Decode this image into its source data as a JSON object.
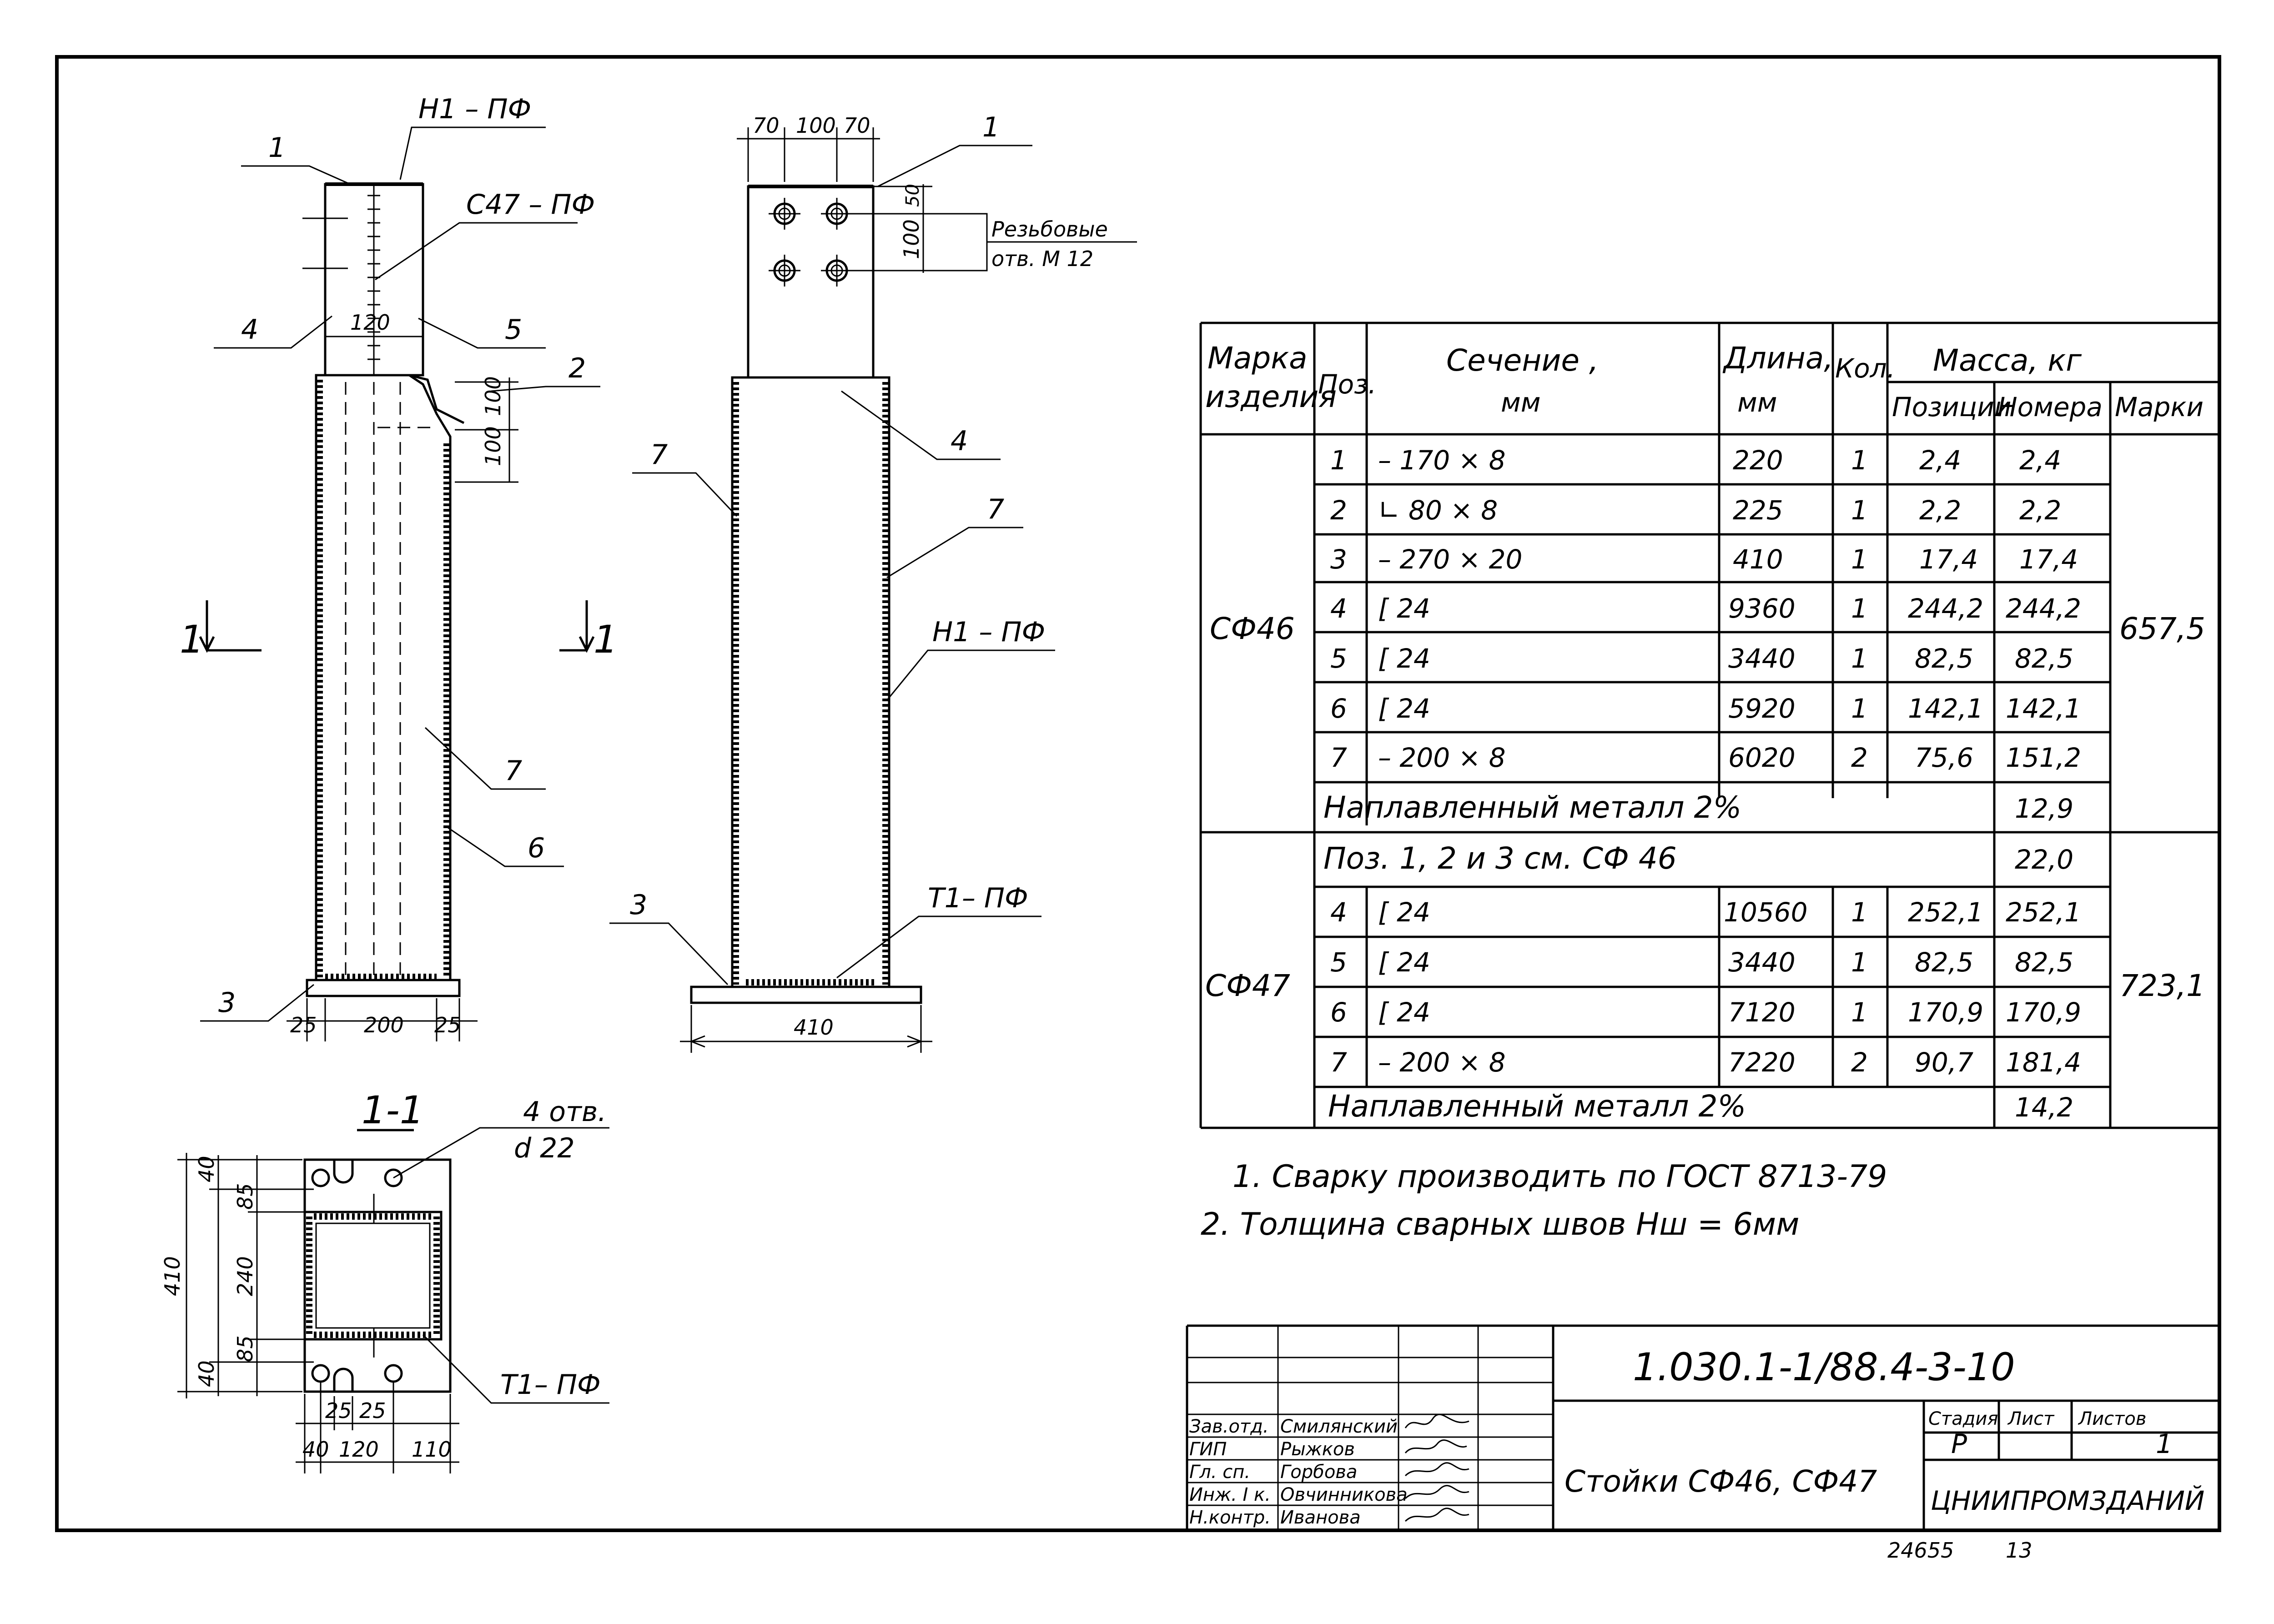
{
  "drawing": {
    "front_view": {
      "callouts": [
        "1",
        "Н1 – ПФ",
        "С47 – ПФ",
        "4",
        "5",
        "2",
        "7",
        "6",
        "3"
      ],
      "section_mark": "1",
      "dims": {
        "w_top": "120",
        "h_100a": "100",
        "h_100b": "100",
        "left": "25",
        "mid": "200",
        "right": "25"
      }
    },
    "side_view": {
      "callouts": [
        "1",
        "4",
        "7",
        "7",
        "Н1 – ПФ",
        "3",
        "Т1– ПФ"
      ],
      "top_dims": [
        "70",
        "100",
        "70"
      ],
      "hole_dims": [
        "50",
        "100"
      ],
      "hole_note_1": "Резьбовые",
      "hole_note_2": "отв. М 12",
      "base_dim": "410"
    },
    "section_view": {
      "title": "1-1",
      "holes_1": "4 отв.",
      "holes_2": "d 22",
      "weld": "Т1– ПФ",
      "dims": {
        "h410": "410",
        "h240": "240",
        "h40a": "40",
        "h40b": "40",
        "h85a": "85",
        "h85b": "85",
        "b25a": "25",
        "b25b": "25",
        "b40": "40",
        "b120": "120",
        "b110": "110"
      }
    }
  },
  "spec_table": {
    "headers": {
      "mark": [
        "Марка",
        "изделия"
      ],
      "pos": "Поз.",
      "section": [
        "Сечение ,",
        "мм"
      ],
      "length": [
        "Длина,",
        "мм"
      ],
      "qty": "Кол.",
      "mass": "Масса, кг",
      "mass_cols": [
        "Позиции",
        "Номера",
        "Марки"
      ]
    },
    "groups": [
      {
        "mark": "СФ46",
        "total": "657,5",
        "rows": [
          {
            "pos": "1",
            "section": "– 170 × 8",
            "length": "220",
            "qty": "1",
            "m_pos": "2,4",
            "m_num": "2,4"
          },
          {
            "pos": "2",
            "section": "∟ 80 × 8",
            "length": "225",
            "qty": "1",
            "m_pos": "2,2",
            "m_num": "2,2"
          },
          {
            "pos": "3",
            "section": "– 270 × 20",
            "length": "410",
            "qty": "1",
            "m_pos": "17,4",
            "m_num": "17,4"
          },
          {
            "pos": "4",
            "section": "[ 24",
            "length": "9360",
            "qty": "1",
            "m_pos": "244,2",
            "m_num": "244,2"
          },
          {
            "pos": "5",
            "section": "[ 24",
            "length": "3440",
            "qty": "1",
            "m_pos": "82,5",
            "m_num": "82,5"
          },
          {
            "pos": "6",
            "section": "[ 24",
            "length": "5920",
            "qty": "1",
            "m_pos": "142,1",
            "m_num": "142,1"
          },
          {
            "pos": "7",
            "section": "– 200 × 8",
            "length": "6020",
            "qty": "2",
            "m_pos": "75,6",
            "m_num": "151,2"
          }
        ],
        "deposited": {
          "label": "Наплавленный металл 2%",
          "value": "12,9"
        }
      },
      {
        "mark": "СФ47",
        "total": "723,1",
        "ref": {
          "label": "Поз. 1, 2 и 3 см. СФ 46",
          "value": "22,0"
        },
        "rows": [
          {
            "pos": "4",
            "section": "[ 24",
            "length": "10560",
            "qty": "1",
            "m_pos": "252,1",
            "m_num": "252,1"
          },
          {
            "pos": "5",
            "section": "[ 24",
            "length": "3440",
            "qty": "1",
            "m_pos": "82,5",
            "m_num": "82,5"
          },
          {
            "pos": "6",
            "section": "[ 24",
            "length": "7120",
            "qty": "1",
            "m_pos": "170,9",
            "m_num": "170,9"
          },
          {
            "pos": "7",
            "section": "– 200 × 8",
            "length": "7220",
            "qty": "2",
            "m_pos": "90,7",
            "m_num": "181,4"
          }
        ],
        "deposited": {
          "label": "Наплавленный металл 2%",
          "value": "14,2"
        }
      }
    ]
  },
  "notes": [
    "1. Сварку производить по ГОСТ 8713-79",
    "2. Толщина сварных швов Нш = 6мм"
  ],
  "title_block": {
    "code": "1.030.1-1/88.4-3-10",
    "title": "Стойки СФ46, СФ47",
    "org": "ЦНИИПРОМЗДАНИЙ",
    "stage_hdr": "Стадия",
    "sheet_hdr": "Лист",
    "sheets_hdr": "Листов",
    "stage": "Р",
    "sheets": "1",
    "roles": [
      "Зав.отд.",
      "ГИП",
      "Гл. сп.",
      "Инж. I к.",
      "Н.контр."
    ],
    "names": [
      "Смилянский",
      "Рыжков",
      "Горбова",
      "Овчинникова",
      "Иванова"
    ]
  },
  "footer": {
    "inventory": "24655",
    "page": "13"
  }
}
